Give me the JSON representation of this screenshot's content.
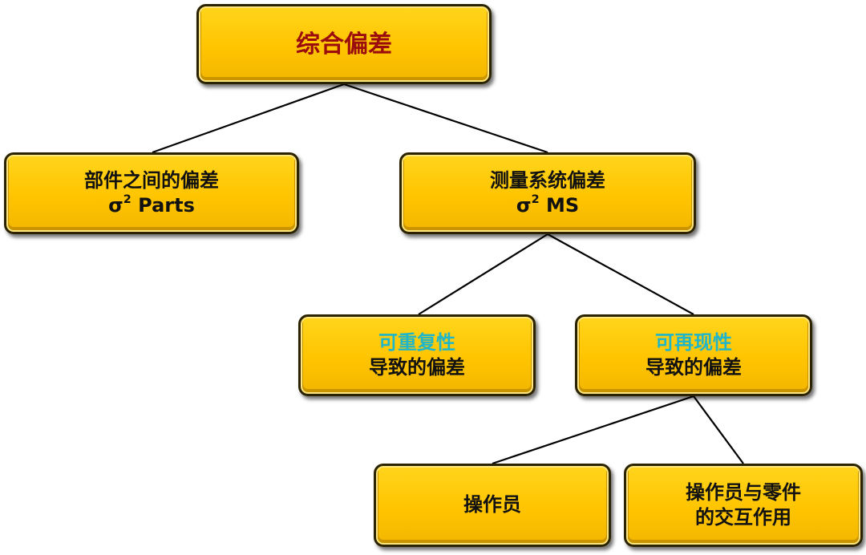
{
  "nodes": {
    "root": {
      "label": "综合偏差"
    },
    "parts": {
      "line1": "部件之间的偏差",
      "sigma": "σ",
      "exp": "2",
      "suffix": " Parts"
    },
    "ms": {
      "line1": "测量系统偏差",
      "sigma": "σ",
      "exp": "2",
      "suffix": " MS"
    },
    "repeatability": {
      "highlight": "可重复性",
      "line2": "导致的偏差"
    },
    "reproducibility": {
      "highlight": "可再现性",
      "line2": "导致的偏差"
    },
    "operator": {
      "label": "操作员"
    },
    "interaction": {
      "line1": "操作员与零件",
      "line2": "的交互作用"
    }
  },
  "colors": {
    "box_fill": "#ffc400",
    "box_border": "#2b2300",
    "root_text": "#9b0d0d",
    "highlight_text": "#1fb6c9",
    "body_text": "#111111",
    "connector": "#000000"
  }
}
